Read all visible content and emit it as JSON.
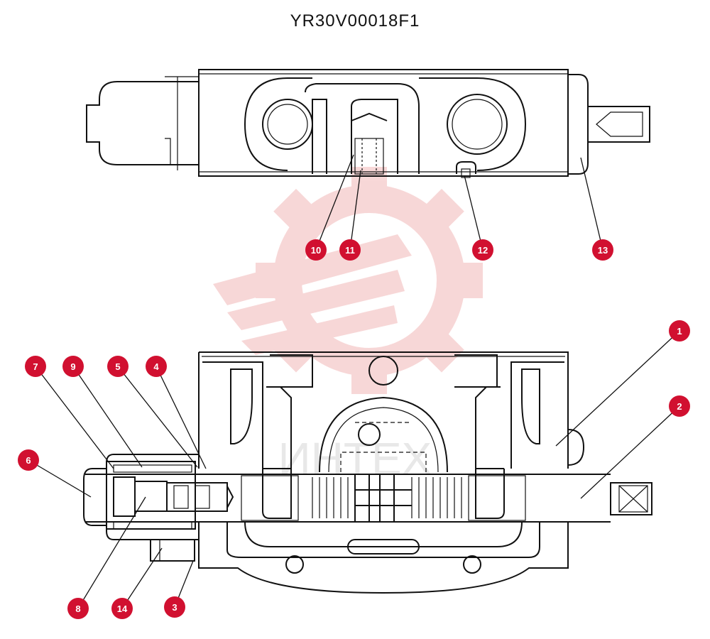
{
  "title": "YR30V00018F1",
  "watermark": {
    "text": "ИНТЕХ",
    "color": "#f2b8b8"
  },
  "callout_color": "#d11030",
  "callouts": [
    {
      "label": "1"
    },
    {
      "label": "2"
    },
    {
      "label": "3"
    },
    {
      "label": "4"
    },
    {
      "label": "5"
    },
    {
      "label": "6"
    },
    {
      "label": "7"
    },
    {
      "label": "8"
    },
    {
      "label": "9"
    },
    {
      "label": "10"
    },
    {
      "label": "11"
    },
    {
      "label": "12"
    },
    {
      "label": "13"
    },
    {
      "label": "14"
    }
  ]
}
